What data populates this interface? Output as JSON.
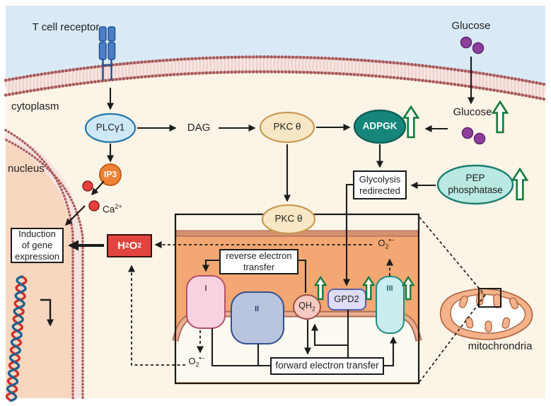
{
  "regions": {
    "cytoplasm": "cytoplasm",
    "nucleus": "nucleus",
    "mitochondria_label": "mitochrondria"
  },
  "receptor": {
    "label": "T cell receptor"
  },
  "glucose": {
    "extracellular_label": "Glucose",
    "cytosol_label": "Glucose"
  },
  "signaling": {
    "plc": "PLCγ1",
    "dag": "DAG",
    "pkc": "PKC θ",
    "pkc_mito": "PKC θ",
    "adpgk": "ADPGK",
    "ip3": "IP3",
    "ca": {
      "base": "Ca",
      "sup": "2+"
    }
  },
  "glycolysis": {
    "box_line1": "Glycolysis",
    "box_line2": "redirected",
    "pep_line1": "PEP",
    "pep_line2": "phosphatase"
  },
  "nucleus_box": {
    "line1": "Induction",
    "line2": "of gene",
    "line3": "expression"
  },
  "h2o2": {
    "p1": "H",
    "s1": "2",
    "p2": "O",
    "s2": "2"
  },
  "inset": {
    "reverse_line1": "reverse electron",
    "reverse_line2": "transfer",
    "forward": "forward electron transfer",
    "complex1": "I",
    "complex2": "II",
    "complex3": "III",
    "qh2": {
      "base": "QH",
      "sub": "2"
    },
    "gpd2": "GPD2",
    "superoxide": {
      "base": "O",
      "sub": "2",
      "sup": "•−"
    }
  },
  "colors": {
    "extracellular": "#d9eaf6",
    "cytoplasm": "#fbf4e7",
    "nucleus_fill": "#f8d7c0",
    "membrane_dot": "#a85b5b",
    "matrix_orange": "#f3a772",
    "plc_fill": "#cfe8f8",
    "pkc_fill": "#f7e7c4",
    "adpgk_fill": "#16857a",
    "pep_fill": "#b9e9e1",
    "ip3_fill": "#ee8133",
    "h2o2_fill": "#e2453f",
    "ca_dot": "#e8403c",
    "glucose_dot": "#8d3f99",
    "complex1_fill": "#f8d2e0",
    "complex2_fill": "#b9c5de",
    "complex3_fill": "#c9ecef",
    "qh2_fill": "#f4cac2",
    "gpd2_fill": "#deddf7",
    "green_arrow": "#15793c",
    "receptor_blue": "#4d7fc3"
  }
}
